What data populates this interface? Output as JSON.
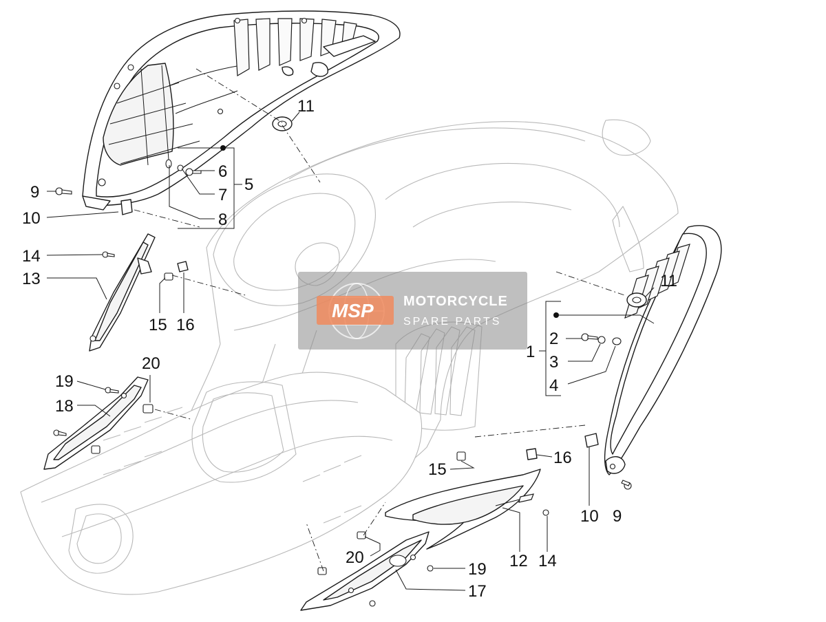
{
  "diagram": {
    "callouts": [
      {
        "id": "c1",
        "text": "1"
      },
      {
        "id": "c2",
        "text": "2"
      },
      {
        "id": "c3",
        "text": "3"
      },
      {
        "id": "c4",
        "text": "4"
      },
      {
        "id": "c5",
        "text": "5"
      },
      {
        "id": "c6",
        "text": "6"
      },
      {
        "id": "c7",
        "text": "7"
      },
      {
        "id": "c8",
        "text": "8"
      },
      {
        "id": "c9a",
        "text": "9"
      },
      {
        "id": "c9b",
        "text": "9"
      },
      {
        "id": "c10a",
        "text": "10"
      },
      {
        "id": "c10b",
        "text": "10"
      },
      {
        "id": "c11a",
        "text": "11"
      },
      {
        "id": "c11b",
        "text": "11"
      },
      {
        "id": "c12",
        "text": "12"
      },
      {
        "id": "c13",
        "text": "13"
      },
      {
        "id": "c14a",
        "text": "14"
      },
      {
        "id": "c14b",
        "text": "14"
      },
      {
        "id": "c15a",
        "text": "15"
      },
      {
        "id": "c15b",
        "text": "15"
      },
      {
        "id": "c16a",
        "text": "16"
      },
      {
        "id": "c16b",
        "text": "16"
      },
      {
        "id": "c17",
        "text": "17"
      },
      {
        "id": "c18",
        "text": "18"
      },
      {
        "id": "c19a",
        "text": "19"
      },
      {
        "id": "c19b",
        "text": "19"
      },
      {
        "id": "c20a",
        "text": "20"
      },
      {
        "id": "c20b",
        "text": "20"
      }
    ]
  },
  "watermark": {
    "logo": "MSP",
    "line1": "MOTORCYCLE",
    "line2": "SPARE PARTS",
    "overlay_color": "#8a8a8a",
    "accent_color": "#f08a5d"
  }
}
